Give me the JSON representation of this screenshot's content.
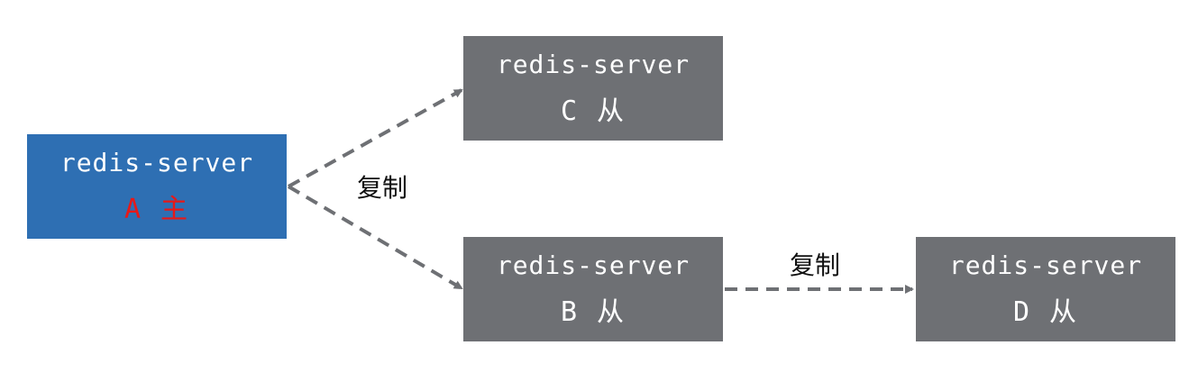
{
  "nodes": {
    "a": {
      "name": "redis-server",
      "role": "A 主",
      "color": "#2e6fb3",
      "role_color": "#e61919"
    },
    "c": {
      "name": "redis-server",
      "role": "C 从",
      "color": "#6e7074"
    },
    "b": {
      "name": "redis-server",
      "role": "B 从",
      "color": "#6e7074"
    },
    "d": {
      "name": "redis-server",
      "role": "D 从",
      "color": "#6e7074"
    }
  },
  "edges": [
    {
      "from": "a",
      "to": "c",
      "style": "dashed",
      "color": "#6e7074"
    },
    {
      "from": "a",
      "to": "b",
      "style": "dashed",
      "color": "#6e7074"
    },
    {
      "from": "b",
      "to": "d",
      "style": "dashed",
      "color": "#6e7074"
    }
  ],
  "labels": {
    "replication_a": "复制",
    "replication_b_d": "复制"
  }
}
